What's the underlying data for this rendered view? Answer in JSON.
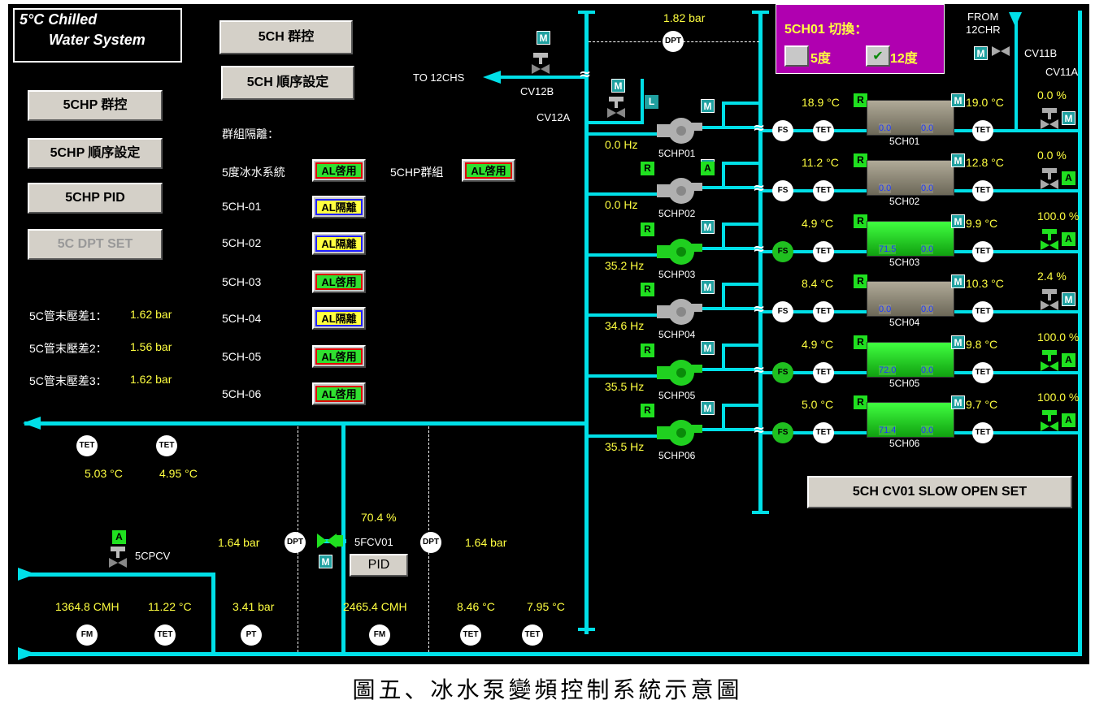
{
  "system_title": {
    "line1": "5°C Chilled",
    "line2": "Water System"
  },
  "buttons": {
    "ch_group": "5CH 群控",
    "ch_sequence": "5CH 順序設定",
    "chp_group": "5CHP 群控",
    "chp_sequence": "5CHP 順序設定",
    "chp_pid": "5CHP PID",
    "dpt_set": "5C DPT SET",
    "cv01_slow_open": "5CH CV01 SLOW OPEN SET",
    "pid": "PID"
  },
  "isolation": {
    "title": "群組隔離：",
    "system_label": "5度冰水系統",
    "system_status": "AL啓用",
    "chp_group_label": "5CHP群組",
    "chp_group_status": "AL啓用",
    "units": [
      {
        "label": "5CH-01",
        "status": "AL隔離"
      },
      {
        "label": "5CH-02",
        "status": "AL隔離"
      },
      {
        "label": "5CH-03",
        "status": "AL啓用"
      },
      {
        "label": "5CH-04",
        "status": "AL隔離"
      },
      {
        "label": "5CH-05",
        "status": "AL啓用"
      },
      {
        "label": "5CH-06",
        "status": "AL啓用"
      }
    ]
  },
  "pressure_diffs": [
    {
      "label": "5C管末壓差1：",
      "value": "1.62 bar"
    },
    {
      "label": "5C管末壓差2：",
      "value": "1.56 bar"
    },
    {
      "label": "5C管末壓差3：",
      "value": "1.62 bar"
    }
  ],
  "switch_panel": {
    "title": "5CH01 切換：",
    "opt1": "5度",
    "opt2": "12度"
  },
  "top": {
    "dpt_value": "1.82 bar",
    "to_label": "TO 12CHS",
    "cv12b": "CV12B",
    "cv12a": "CV12A",
    "from_label": "FROM",
    "from_label2": "12CHR",
    "cv11b": "CV11B",
    "cv11a": "CV11A"
  },
  "pumps": [
    {
      "name": "5CHP01",
      "hz": "0.0 Hz"
    },
    {
      "name": "5CHP02",
      "hz": "0.0 Hz"
    },
    {
      "name": "5CHP03",
      "hz": "35.2 Hz"
    },
    {
      "name": "5CHP04",
      "hz": "34.6 Hz"
    },
    {
      "name": "5CHP05",
      "hz": "35.5 Hz"
    },
    {
      "name": "5CHP06",
      "hz": "35.5 Hz"
    }
  ],
  "chillers": [
    {
      "name": "5CH01",
      "t_in": "18.9 °C",
      "t_out": "19.0 °C",
      "v1": "0.0",
      "v2": "0.0",
      "valve": "0.0 %"
    },
    {
      "name": "5CH02",
      "t_in": "11.2 °C",
      "t_out": "12.8 °C",
      "v1": "0.0",
      "v2": "0.0",
      "valve": "0.0 %"
    },
    {
      "name": "5CH03",
      "t_in": "4.9 °C",
      "t_out": "9.9 °C",
      "v1": "71.5",
      "v2": "0.0",
      "valve": "100.0 %"
    },
    {
      "name": "5CH04",
      "t_in": "8.4 °C",
      "t_out": "10.3 °C",
      "v1": "0.0",
      "v2": "0.0",
      "valve": "2.4 %"
    },
    {
      "name": "5CH05",
      "t_in": "4.9 °C",
      "t_out": "9.8 °C",
      "v1": "72.0",
      "v2": "0.0",
      "valve": "100.0 %"
    },
    {
      "name": "5CH06",
      "t_in": "5.0 °C",
      "t_out": "9.7 °C",
      "v1": "71.4",
      "v2": "0.0",
      "valve": "100.0 %"
    }
  ],
  "bottom": {
    "tet1": "5.03 °C",
    "tet2": "4.95 °C",
    "dpt_left": "1.64 bar",
    "dpt_right": "1.64 bar",
    "fcv_pct": "70.4 %",
    "fcv_name": "5FCV01",
    "pcv_name": "5CPCV",
    "flow1": "1364.8 CMH",
    "temp1": "11.22 °C",
    "press": "3.41 bar",
    "flow2": "2465.4 CMH",
    "temp2": "8.46 °C",
    "temp3": "7.95 °C"
  },
  "instruments": {
    "tet": "TET",
    "fs": "FS",
    "dpt": "DPT",
    "fm": "FM",
    "pt": "PT"
  },
  "mode_tags": {
    "m": "M",
    "a": "A",
    "r": "R",
    "l": "L"
  },
  "caption": "圖五、冰水泵變頻控制系統示意圖",
  "colors": {
    "pipe": "#00e0e8",
    "background": "#000000",
    "value_text": "#ffff40",
    "run": "#20e020"
  }
}
